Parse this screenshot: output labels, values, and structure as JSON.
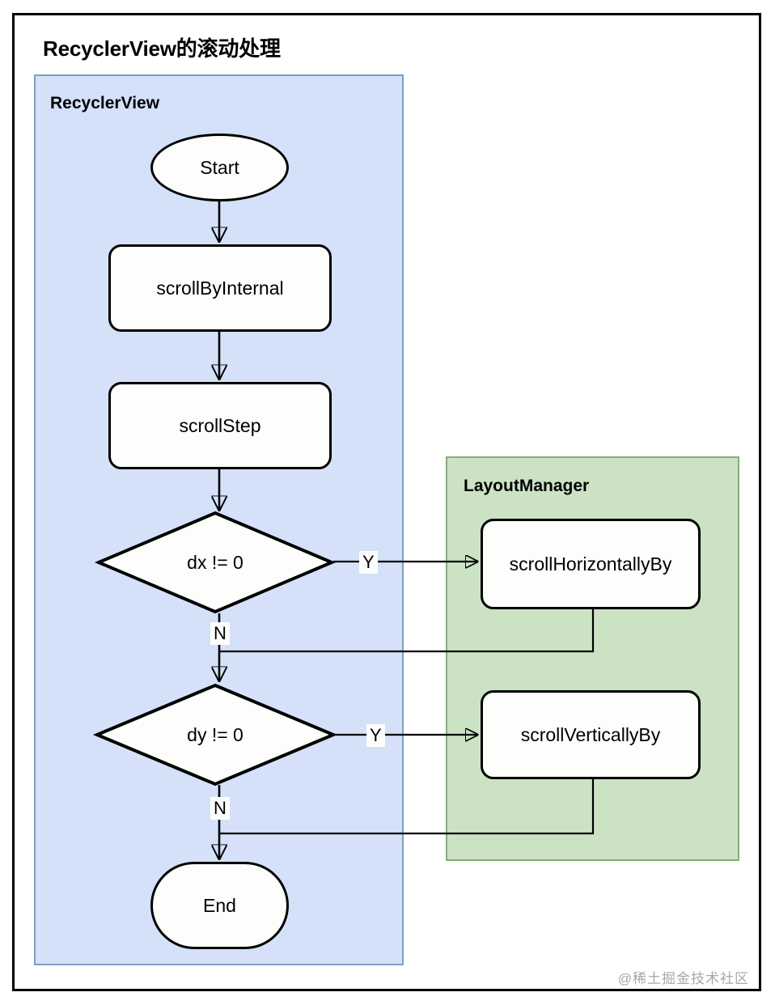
{
  "diagram": {
    "title": "RecyclerView的滚动处理",
    "watermark": "@稀土掘金技术社区",
    "colors": {
      "lane_recyclerview_fill": "#d4e1f8",
      "lane_recyclerview_border": "#7e9fc4",
      "lane_layoutmanager_fill": "#cbe3c4",
      "lane_layoutmanager_border": "#87ab7b",
      "node_fill": "#fdfdfc",
      "node_border": "#000000",
      "edge_stroke": "#000000",
      "watermark_color": "#a8a8a8",
      "frame_border": "#000000"
    },
    "lanes": [
      {
        "id": "recyclerview",
        "label": "RecyclerView"
      },
      {
        "id": "layoutmanager",
        "label": "LayoutManager"
      }
    ],
    "nodes": [
      {
        "id": "start",
        "label": "Start",
        "shape": "ellipse",
        "lane": "recyclerview"
      },
      {
        "id": "scroll-by-internal",
        "label": "scrollByInternal",
        "shape": "process",
        "lane": "recyclerview"
      },
      {
        "id": "scroll-step",
        "label": "scrollStep",
        "shape": "process",
        "lane": "recyclerview"
      },
      {
        "id": "dx-decision",
        "label": "dx != 0",
        "shape": "decision",
        "lane": "recyclerview"
      },
      {
        "id": "dy-decision",
        "label": "dy != 0",
        "shape": "decision",
        "lane": "recyclerview"
      },
      {
        "id": "scroll-horizontally-by",
        "label": "scrollHorizontallyBy",
        "shape": "process",
        "lane": "layoutmanager"
      },
      {
        "id": "scroll-vertically-by",
        "label": "scrollVerticallyBy",
        "shape": "process",
        "lane": "layoutmanager"
      },
      {
        "id": "end",
        "label": "End",
        "shape": "pill",
        "lane": "recyclerview"
      }
    ],
    "edge_labels": {
      "dx_yes": "Y",
      "dx_no": "N",
      "dy_yes": "Y",
      "dy_no": "N"
    },
    "edges": [
      {
        "from": "start",
        "to": "scroll-by-internal",
        "label": ""
      },
      {
        "from": "scroll-by-internal",
        "to": "scroll-step",
        "label": ""
      },
      {
        "from": "scroll-step",
        "to": "dx-decision",
        "label": ""
      },
      {
        "from": "dx-decision",
        "to": "scroll-horizontally-by",
        "label": "Y"
      },
      {
        "from": "dx-decision",
        "to": "dy-decision",
        "label": "N"
      },
      {
        "from": "scroll-horizontally-by",
        "to": "dy-decision",
        "label": ""
      },
      {
        "from": "dy-decision",
        "to": "scroll-vertically-by",
        "label": "Y"
      },
      {
        "from": "dy-decision",
        "to": "end",
        "label": "N"
      },
      {
        "from": "scroll-vertically-by",
        "to": "end",
        "label": ""
      }
    ]
  }
}
